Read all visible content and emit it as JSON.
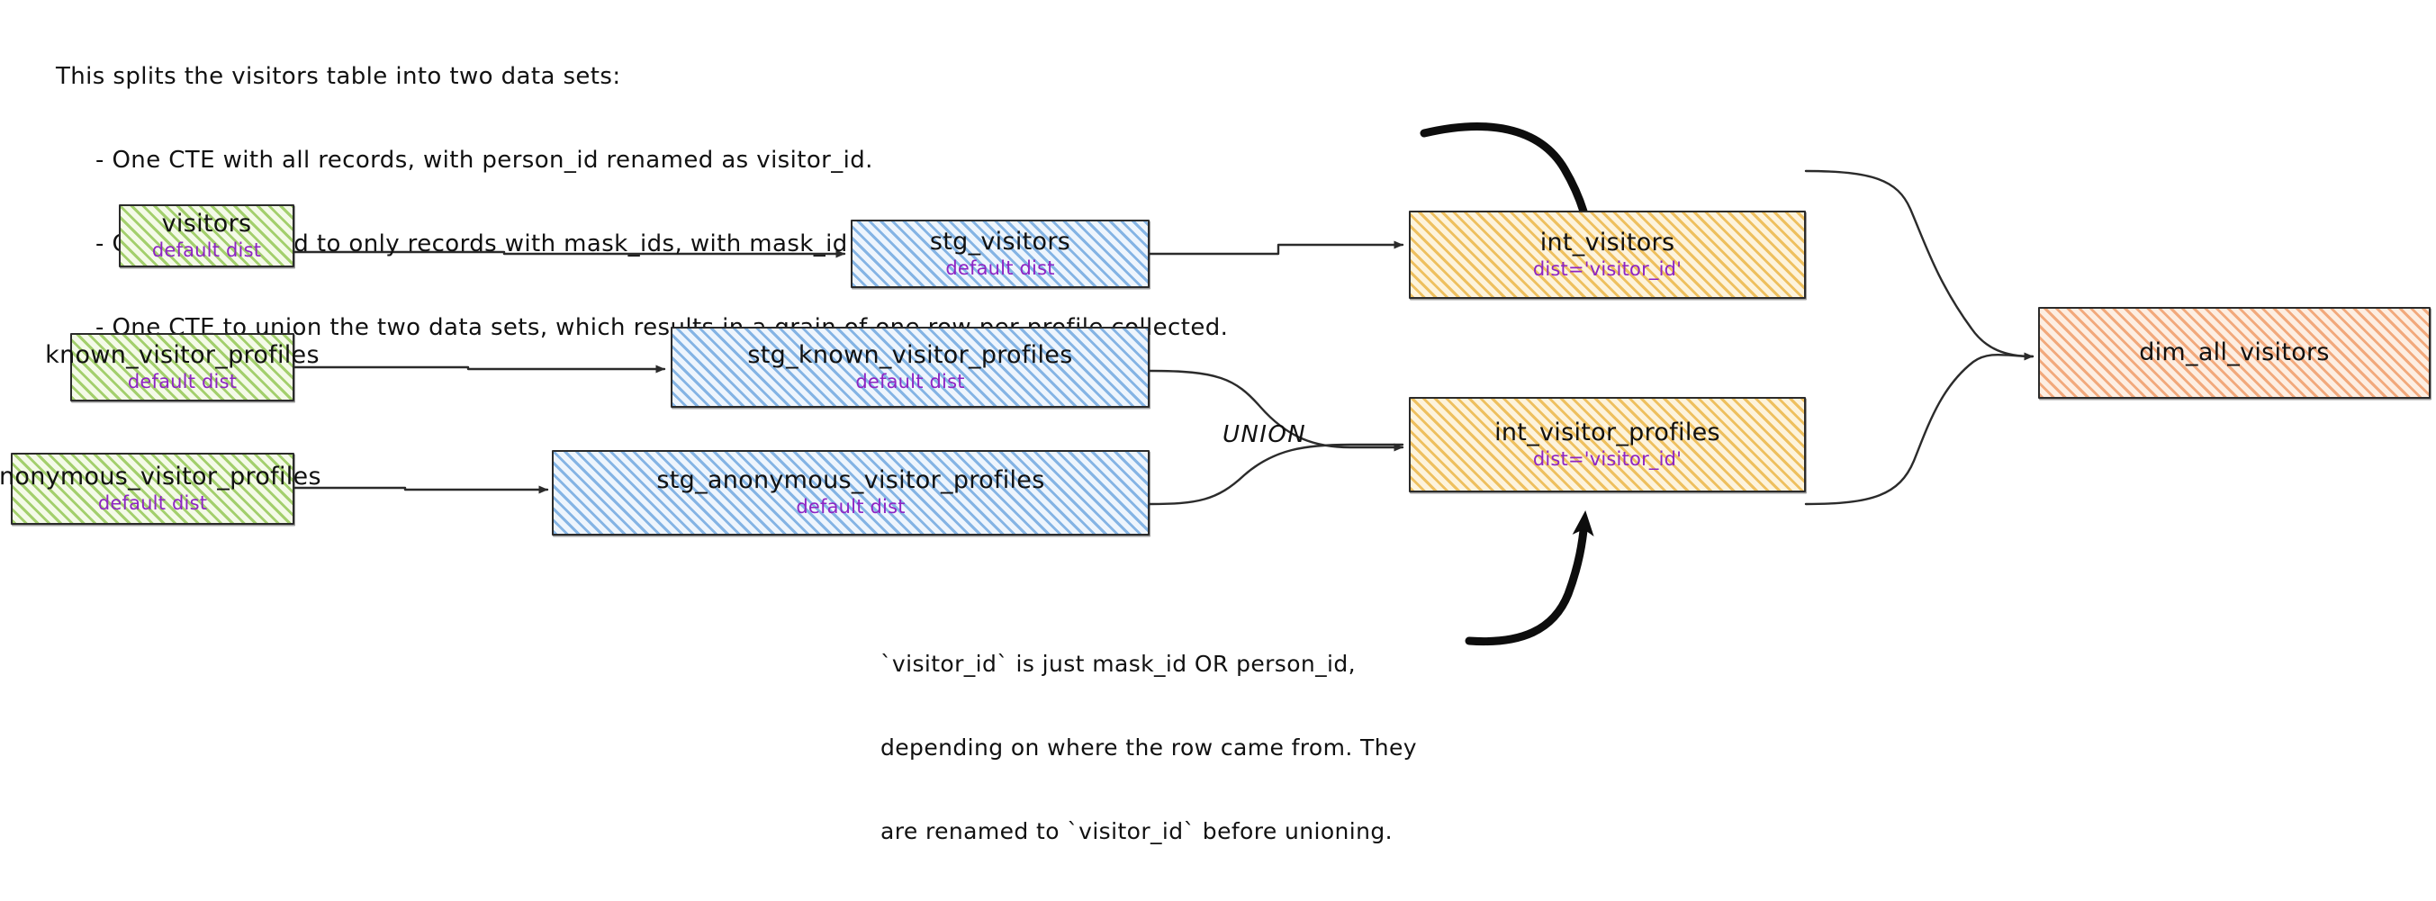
{
  "diagram": {
    "kind": "dbt-lineage-dag",
    "top_note": {
      "lines": [
        "This splits the visitors table into two data sets:",
        "- One CTE with all records, with person_id renamed as visitor_id.",
        "- One CTE filtered to only records with mask_ids, with mask_id renamed as visitor_id",
        "- One CTE to union the two data sets, which results in a grain of one row per profile collected."
      ]
    },
    "bottom_note": {
      "lines": [
        "`visitor_id` is just mask_id OR person_id,",
        "depending on where the row came from. They",
        "are renamed to `visitor_id` before unioning."
      ]
    },
    "union_label": "UNION",
    "colors": {
      "source_green": "#8cc34a",
      "staging_blue": "#5c9bdb",
      "intermediate_yellow": "#eab340",
      "mart_orange": "#ed8e55",
      "subtitle_purple": "#8e24c4",
      "stroke": "#2b2b2b"
    },
    "nodes": [
      {
        "id": "visitors",
        "title": "visitors",
        "subtitle": "default dist",
        "layer": "source"
      },
      {
        "id": "known_visitor_profiles",
        "title": "known_visitor_profiles",
        "subtitle": "default dist",
        "layer": "source"
      },
      {
        "id": "anonymous_visitor_profiles",
        "title": "anonymous_visitor_profiles",
        "subtitle": "default dist",
        "layer": "source"
      },
      {
        "id": "stg_visitors",
        "title": "stg_visitors",
        "subtitle": "default dist",
        "layer": "staging"
      },
      {
        "id": "stg_known_visitor_profiles",
        "title": "stg_known_visitor_profiles",
        "subtitle": "default dist",
        "layer": "staging"
      },
      {
        "id": "stg_anonymous_visitor_profiles",
        "title": "stg_anonymous_visitor_profiles",
        "subtitle": "default dist",
        "layer": "staging"
      },
      {
        "id": "int_visitors",
        "title": "int_visitors",
        "subtitle": "dist='visitor_id'",
        "layer": "intermediate"
      },
      {
        "id": "int_visitor_profiles",
        "title": "int_visitor_profiles",
        "subtitle": "dist='visitor_id'",
        "layer": "intermediate"
      },
      {
        "id": "dim_all_visitors",
        "title": "dim_all_visitors",
        "subtitle": "",
        "layer": "mart"
      }
    ],
    "edges": [
      {
        "from": "visitors",
        "to": "stg_visitors"
      },
      {
        "from": "known_visitor_profiles",
        "to": "stg_known_visitor_profiles"
      },
      {
        "from": "anonymous_visitor_profiles",
        "to": "stg_anonymous_visitor_profiles"
      },
      {
        "from": "stg_visitors",
        "to": "int_visitors"
      },
      {
        "from": "stg_known_visitor_profiles",
        "to": "int_visitor_profiles",
        "label": "UNION"
      },
      {
        "from": "stg_anonymous_visitor_profiles",
        "to": "int_visitor_profiles",
        "label": "UNION"
      },
      {
        "from": "int_visitors",
        "to": "dim_all_visitors"
      },
      {
        "from": "int_visitor_profiles",
        "to": "dim_all_visitors"
      }
    ],
    "annotation_arrows": [
      {
        "from": "top_note",
        "to": "int_visitors"
      },
      {
        "from": "bottom_note",
        "to": "int_visitor_profiles"
      }
    ]
  }
}
